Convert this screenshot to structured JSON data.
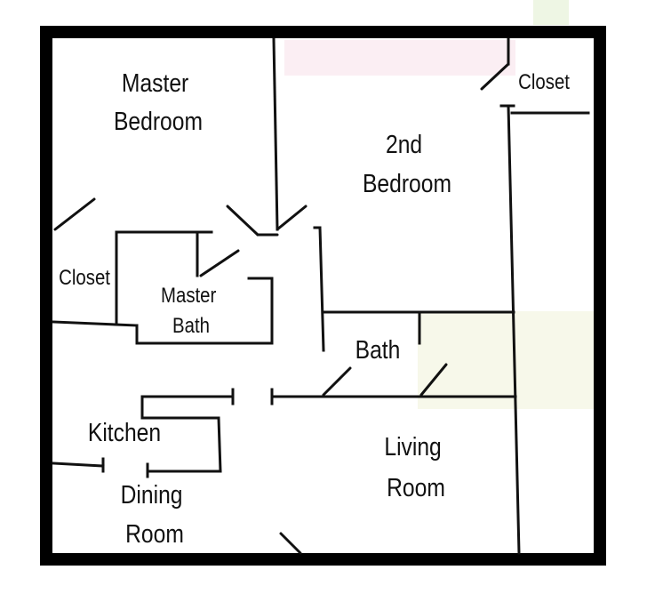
{
  "rooms": [
    {
      "id": "master-bedroom",
      "lines": [
        "Master",
        "Bedroom"
      ]
    },
    {
      "id": "second-bedroom",
      "lines": [
        "2nd",
        "Bedroom"
      ]
    },
    {
      "id": "closet-upper",
      "lines": [
        "Closet"
      ]
    },
    {
      "id": "closet-left",
      "lines": [
        "Closet"
      ]
    },
    {
      "id": "master-bath",
      "lines": [
        "Master",
        "Bath"
      ]
    },
    {
      "id": "bath",
      "lines": [
        "Bath"
      ]
    },
    {
      "id": "kitchen",
      "lines": [
        "Kitchen"
      ]
    },
    {
      "id": "dining-room",
      "lines": [
        "Dining",
        "Room"
      ]
    },
    {
      "id": "living-room",
      "lines": [
        "Living",
        "Room"
      ]
    }
  ],
  "colors": {
    "wall": "#111111",
    "background": "#ffffff",
    "outer_frame": "#000000"
  }
}
